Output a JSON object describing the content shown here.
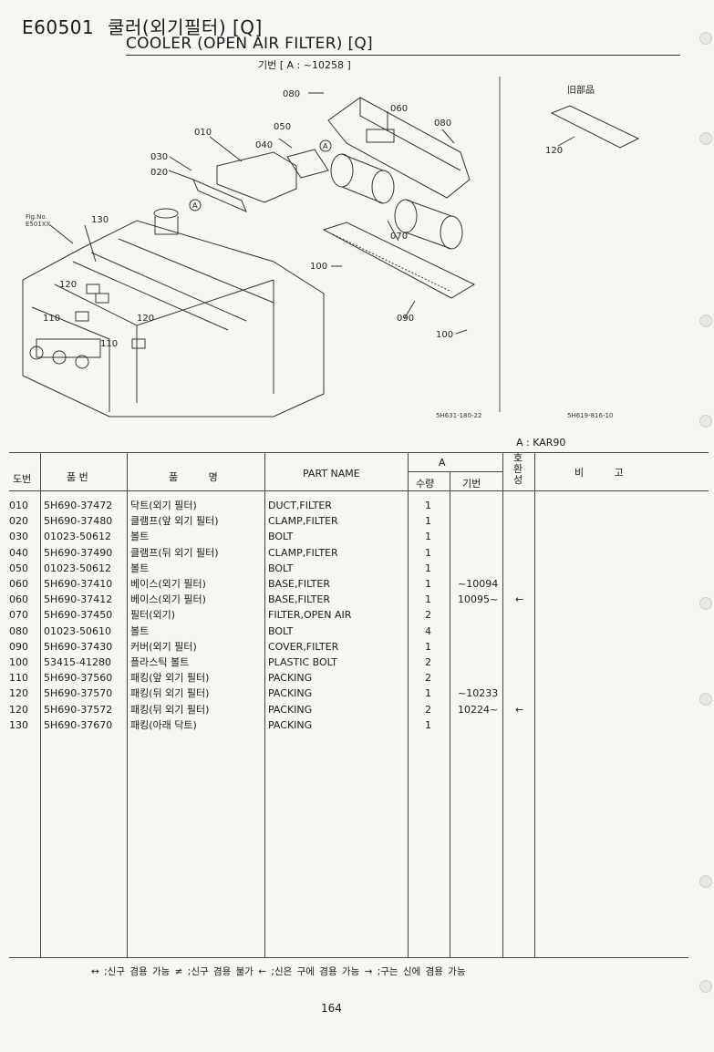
{
  "header": {
    "code": "E60501",
    "title_ko": "쿨러(외기필터) [Q]",
    "title_en": "COOLER (OPEN AIR FILTER) [Q]",
    "serial": "기번 [ A : ~10258 ]"
  },
  "diagram": {
    "callouts": [
      "010",
      "020",
      "030",
      "040",
      "050",
      "060",
      "070",
      "080",
      "080",
      "090",
      "100",
      "100",
      "110",
      "110",
      "120",
      "120",
      "130"
    ],
    "marker": "A",
    "fig_ref_line1": "Fig.No.",
    "fig_ref_line2": "E501XX",
    "code_left": "5H631-180-22",
    "old_part_label": "旧部品",
    "old_part_callout": "120",
    "code_right": "5H619-816-10"
  },
  "model_note": "A : KAR90",
  "table": {
    "headers": {
      "no": "도번",
      "part_no": "품 번",
      "name_ko": "품 명",
      "part_name": "PART NAME",
      "group_a": "A",
      "qty": "수량",
      "serial": "기번",
      "compat": "호환성",
      "remarks": "비 고"
    },
    "rows": [
      {
        "no": "010",
        "part": "5H690-37472",
        "ko": "닥트(외기 필터)",
        "en": "DUCT,FILTER",
        "qty": "1",
        "serial": "",
        "compat": ""
      },
      {
        "no": "020",
        "part": "5H690-37480",
        "ko": "클램프(앞 외기 필터)",
        "en": "CLAMP,FILTER",
        "qty": "1",
        "serial": "",
        "compat": ""
      },
      {
        "no": "030",
        "part": "01023-50612",
        "ko": "볼트",
        "en": "BOLT",
        "qty": "1",
        "serial": "",
        "compat": ""
      },
      {
        "no": "040",
        "part": "5H690-37490",
        "ko": "클램프(뒤 외기 필터)",
        "en": "CLAMP,FILTER",
        "qty": "1",
        "serial": "",
        "compat": ""
      },
      {
        "no": "050",
        "part": "01023-50612",
        "ko": "볼트",
        "en": "BOLT",
        "qty": "1",
        "serial": "",
        "compat": ""
      },
      {
        "no": "060",
        "part": "5H690-37410",
        "ko": "베이스(외기 필터)",
        "en": "BASE,FILTER",
        "qty": "1",
        "serial": "~10094",
        "compat": ""
      },
      {
        "no": "060",
        "part": "5H690-37412",
        "ko": "베이스(외기 필터)",
        "en": "BASE,FILTER",
        "qty": "1",
        "serial": "10095~",
        "compat": "←"
      },
      {
        "no": "070",
        "part": "5H690-37450",
        "ko": "필터(외기)",
        "en": "FILTER,OPEN AIR",
        "qty": "2",
        "serial": "",
        "compat": ""
      },
      {
        "no": "080",
        "part": "01023-50610",
        "ko": "볼트",
        "en": "BOLT",
        "qty": "4",
        "serial": "",
        "compat": ""
      },
      {
        "no": "090",
        "part": "5H690-37430",
        "ko": "커버(외기 필터)",
        "en": "COVER,FILTER",
        "qty": "1",
        "serial": "",
        "compat": ""
      },
      {
        "no": "100",
        "part": "53415-41280",
        "ko": "플라스틱 볼트",
        "en": "PLASTIC BOLT",
        "qty": "2",
        "serial": "",
        "compat": ""
      },
      {
        "no": "110",
        "part": "5H690-37560",
        "ko": "패킹(앞 외기 필터)",
        "en": "PACKING",
        "qty": "2",
        "serial": "",
        "compat": ""
      },
      {
        "no": "120",
        "part": "5H690-37570",
        "ko": "패킹(뒤 외기 필터)",
        "en": "PACKING",
        "qty": "1",
        "serial": "~10233",
        "compat": ""
      },
      {
        "no": "120",
        "part": "5H690-37572",
        "ko": "패킹(뒤 외기 필터)",
        "en": "PACKING",
        "qty": "2",
        "serial": "10224~",
        "compat": "←"
      },
      {
        "no": "130",
        "part": "5H690-37670",
        "ko": "패킹(아래 닥트)",
        "en": "PACKING",
        "qty": "1",
        "serial": "",
        "compat": ""
      }
    ]
  },
  "legend": "↔ ;신구 겸용 가능   ≠ ;신구 겸용 불가   ← ;신은 구에 겸용 가능   → ;구는 신에 겸용 가능",
  "page_number": "164"
}
